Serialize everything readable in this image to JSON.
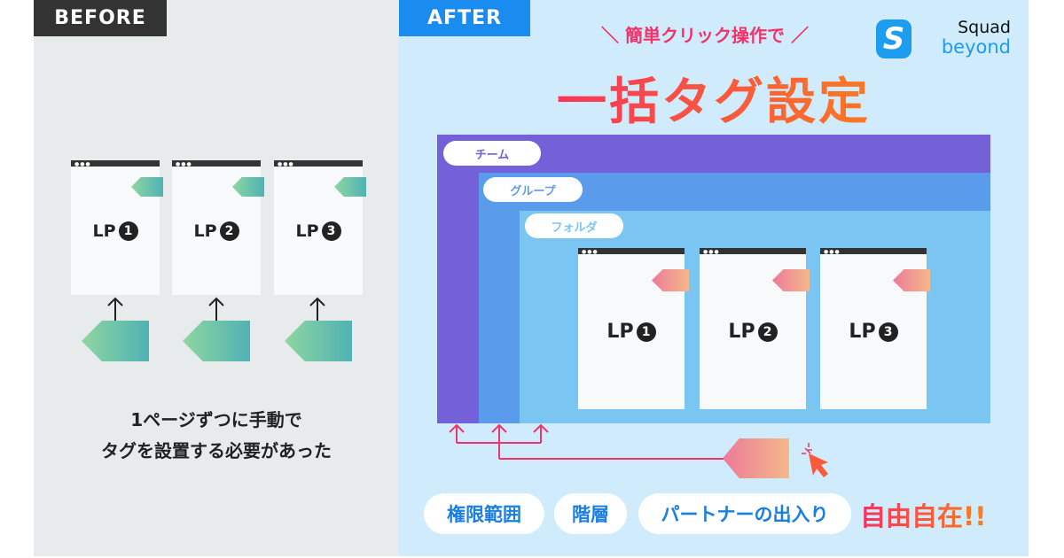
{
  "before": {
    "label": "BEFORE",
    "cards": [
      {
        "text": "LP",
        "num": "1"
      },
      {
        "text": "LP",
        "num": "2"
      },
      {
        "text": "LP",
        "num": "3"
      }
    ],
    "caption_line1": "1ページずつに手動で",
    "caption_line2": "タグを設置する必要があった"
  },
  "after": {
    "label": "AFTER",
    "subtitle": "＼ 簡単クリック操作で ／",
    "title": "一括タグ設定",
    "logo": {
      "line1": "Squad",
      "line2": "beyond"
    },
    "levels": {
      "team": "チーム",
      "group": "グループ",
      "folder": "フォルダ"
    },
    "cards": [
      {
        "text": "LP",
        "num": "1"
      },
      {
        "text": "LP",
        "num": "2"
      },
      {
        "text": "LP",
        "num": "3"
      }
    ],
    "features": [
      "権限範囲",
      "階層",
      "パートナーの出入り"
    ],
    "tagline": "自由自在!!"
  },
  "colors": {
    "team": "#7460d8",
    "group": "#5b9bec",
    "folder": "#7ac5f2",
    "accent": "#f2336a",
    "after_label": "#1a8cf0"
  }
}
